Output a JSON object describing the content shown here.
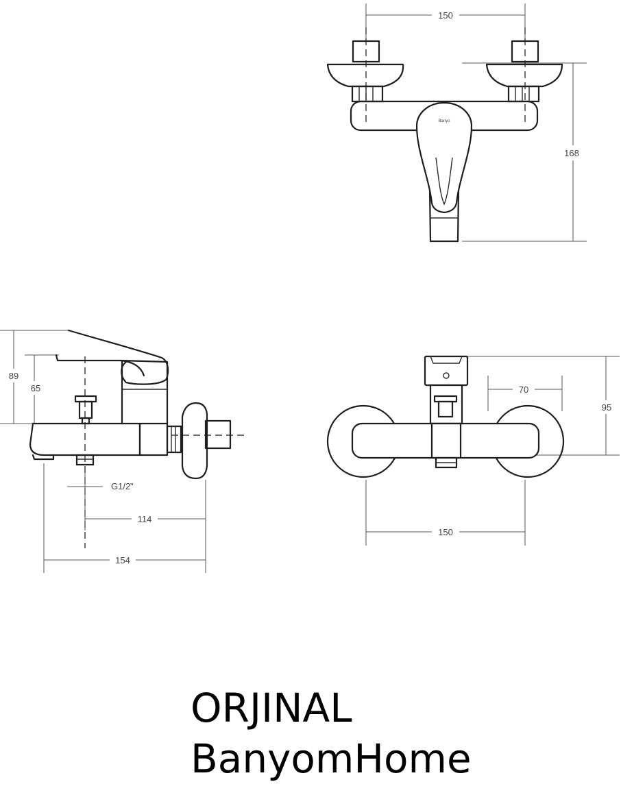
{
  "dimensions": {
    "top_width": "150",
    "top_height": "168",
    "side_overall_height": "89",
    "side_body_height": "65",
    "side_thread": "G1/2\"",
    "side_depth_inner": "114",
    "side_depth_outer": "154",
    "front_height": "95",
    "front_center_width": "70",
    "front_width": "150"
  },
  "brand_mark": "Banyo",
  "footer": {
    "line1": "ORJINAL",
    "line2": "BanyomHome"
  }
}
